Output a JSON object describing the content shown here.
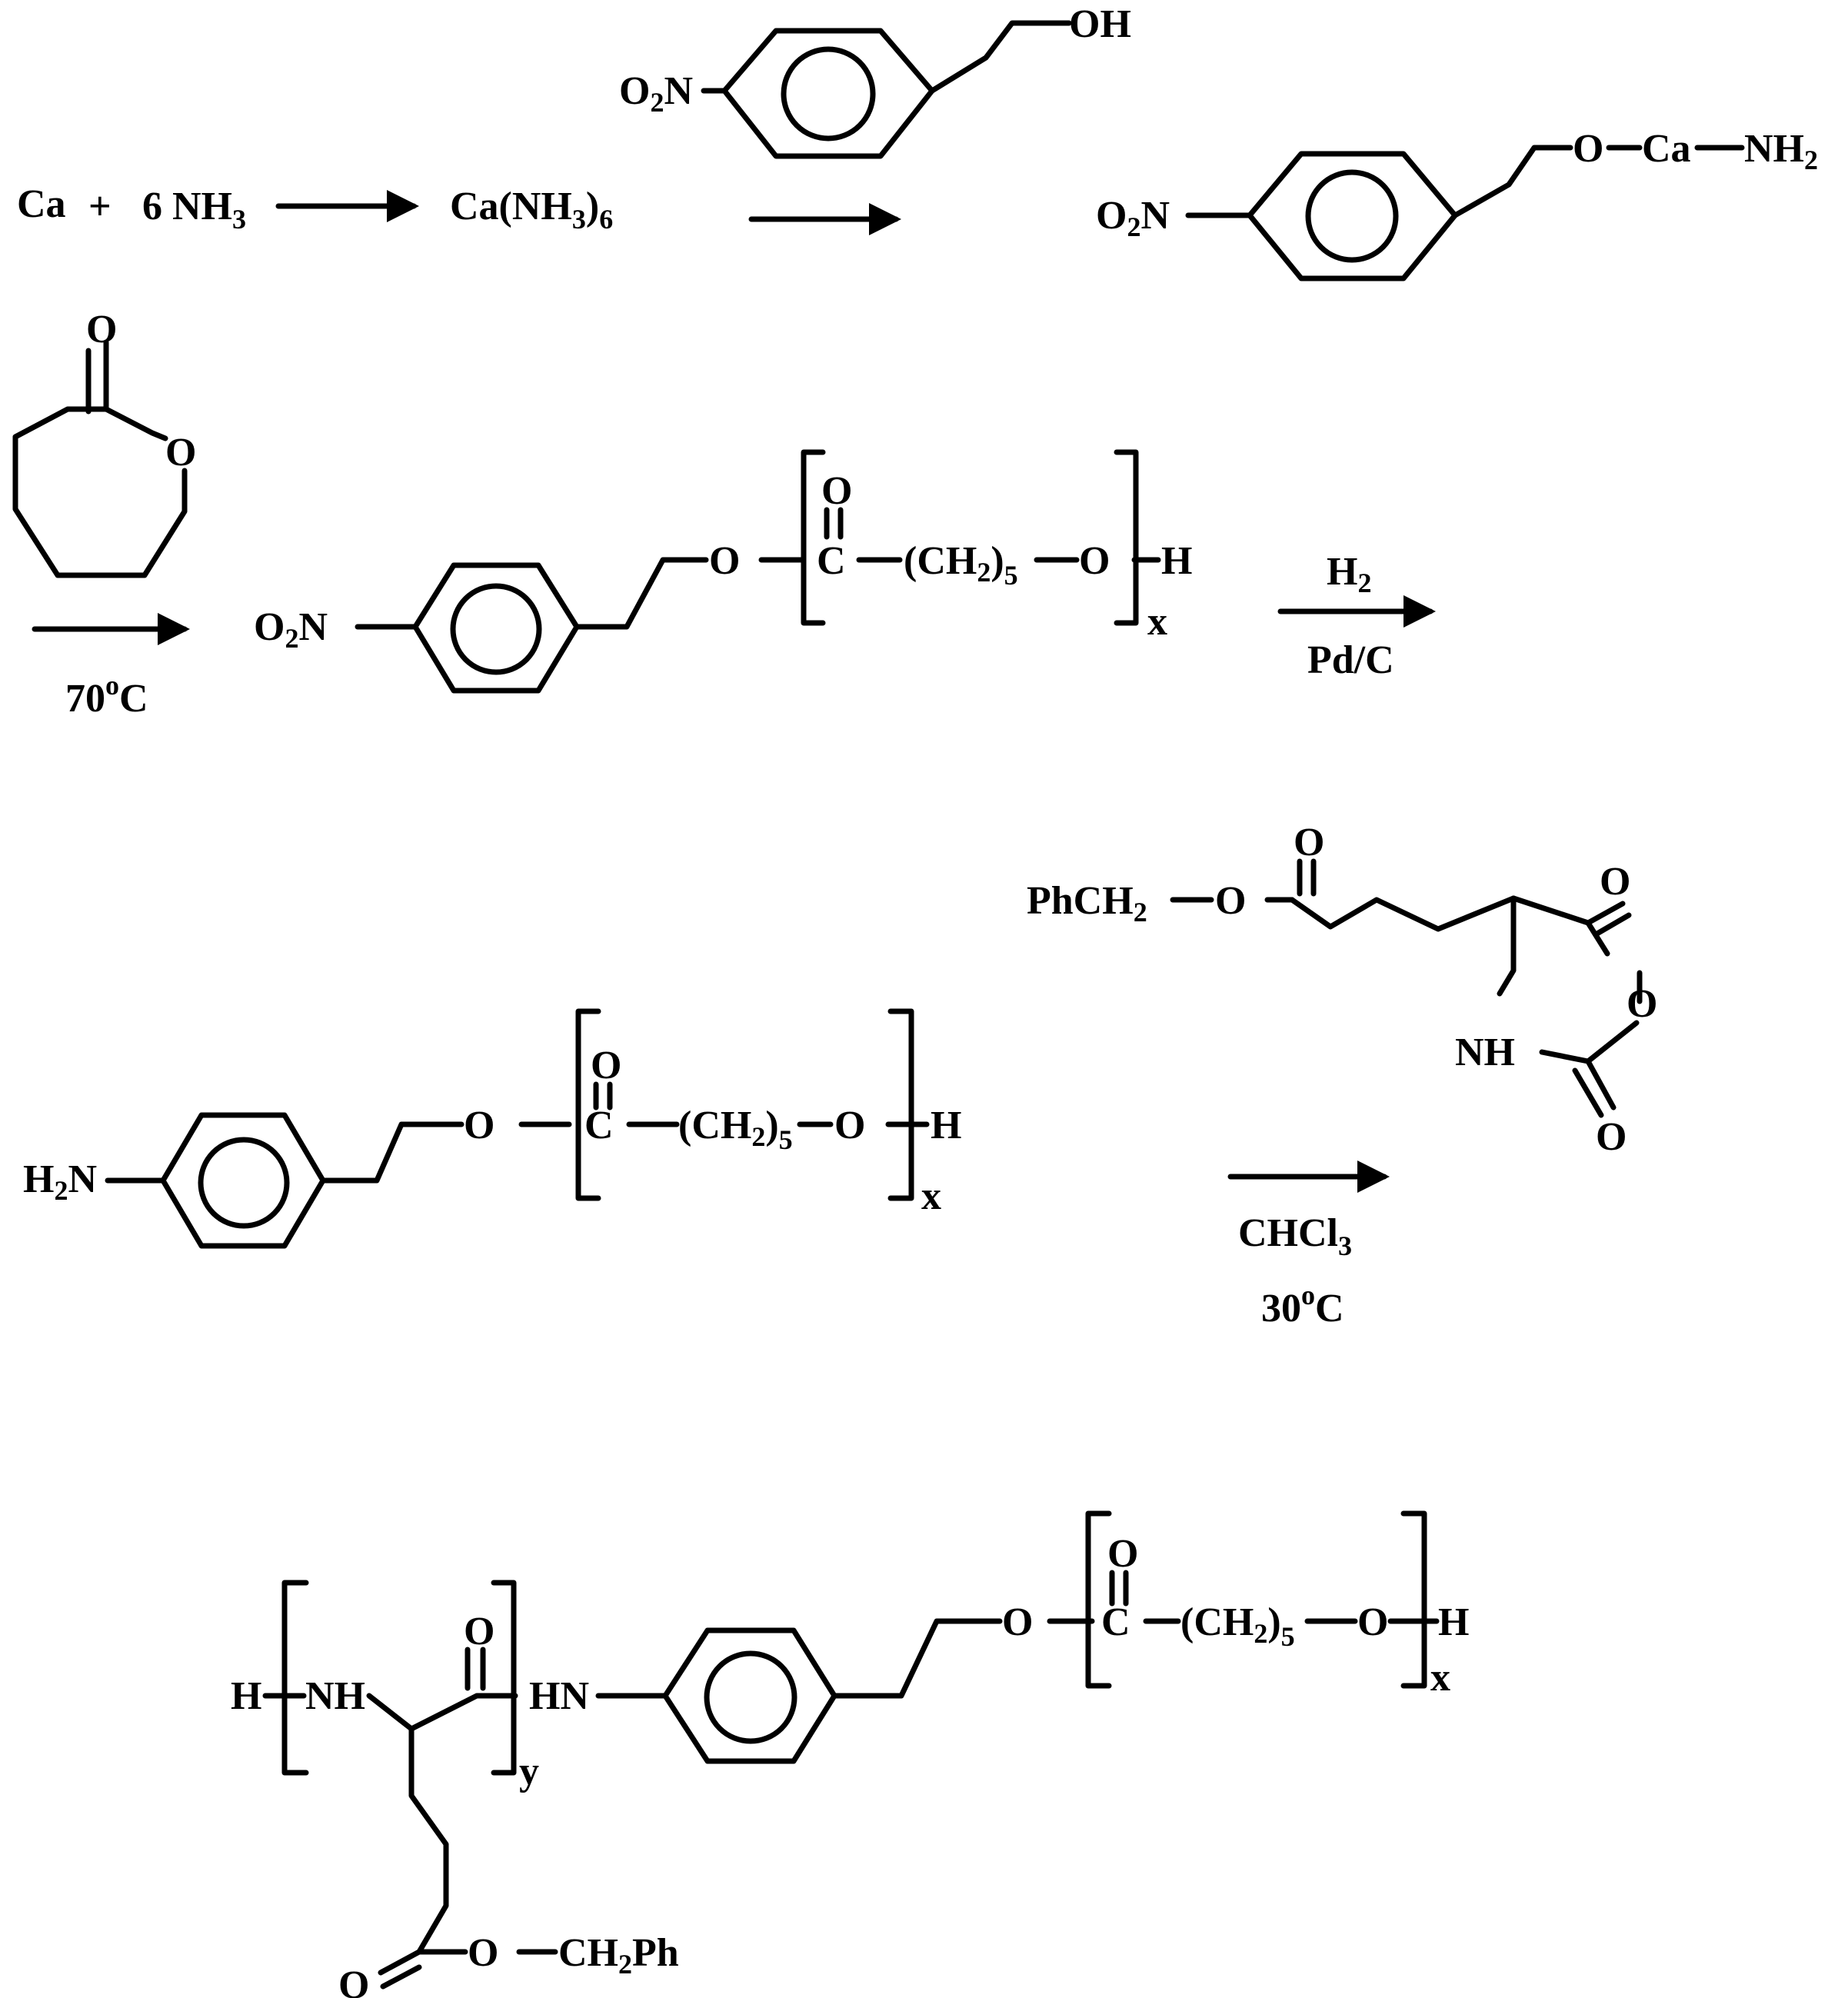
{
  "colors": {
    "ink": "#000000",
    "background": "#ffffff"
  },
  "step1": {
    "calcium": "Ca",
    "plus": "+",
    "ammonia_coef": "6 NH",
    "ammonia_sub": "3",
    "complex_prefix": "Ca(NH",
    "complex_sub_inner": "3",
    "complex_close": ")",
    "complex_sub_outer": "6"
  },
  "reagent_nitrophenethyl_alcohol": {
    "nitro_o": "O",
    "nitro_sub": "2",
    "nitro_n": "N",
    "hydroxyl": "OH"
  },
  "product_calcium_alkoxide": {
    "nitro_o": "O",
    "nitro_sub": "2",
    "nitro_n": "N",
    "oxygen": "O",
    "calcium": "Ca",
    "amine_prefix": "NH",
    "amine_sub": "2"
  },
  "caprolactone": {
    "carbonyl_o": "O",
    "ring_o": "O"
  },
  "step2_conditions": {
    "temperature_value": "70",
    "degree_mark": "o",
    "temperature_unit": "C"
  },
  "pcl_nitro": {
    "nitro_o": "O",
    "nitro_sub": "2",
    "nitro_n": "N",
    "ester_o": "O",
    "carbonyl_o": "O",
    "carbonyl_c": "C",
    "chain_prefix": "(CH",
    "chain_sub_inner": "2",
    "chain_close": ")",
    "chain_sub_outer": "5",
    "end_o": "O",
    "end_h": "H",
    "repeat": "x"
  },
  "step3_conditions": {
    "reagent_prefix": "H",
    "reagent_sub": "2",
    "catalyst": "Pd/C"
  },
  "pcl_amine": {
    "amine_prefix": "H",
    "amine_sub": "2",
    "amine_n": "N",
    "ester_o": "O",
    "carbonyl_o": "O",
    "carbonyl_c": "C",
    "chain_prefix": "(CH",
    "chain_sub_inner": "2",
    "chain_close": ")",
    "chain_sub_outer": "5",
    "end_o": "O",
    "end_h": "H",
    "repeat": "x"
  },
  "nca_monomer": {
    "benzyl_prefix": "PhCH",
    "benzyl_sub": "2",
    "ester_o": "O",
    "ester_carbonyl_o": "O",
    "ring_carbonyl_top": "O",
    "ring_o": "O",
    "ring_nh": "NH",
    "ring_carbonyl_bottom": "O"
  },
  "step4_conditions": {
    "solvent_prefix": "CHCl",
    "solvent_sub": "3",
    "temperature_value": "30",
    "degree_mark": "o",
    "temperature_unit": "C"
  },
  "final_copolymer": {
    "end_h": "H",
    "backbone_nh": "NH",
    "carbonyl_o": "O",
    "repeat_y": "y",
    "linker_hn": "HN",
    "side_carbonyl_o": "O",
    "side_o": "O",
    "side_benzyl_prefix": "CH",
    "side_benzyl_sub": "2",
    "side_benzyl_suffix": "Ph",
    "ester_o": "O",
    "pcl_carbonyl_o": "O",
    "pcl_carbonyl_c": "C",
    "chain_prefix": "(CH",
    "chain_sub_inner": "2",
    "chain_close": ")",
    "chain_sub_outer": "5",
    "pcl_end_o": "O",
    "pcl_end_h": "H",
    "repeat_x": "x"
  }
}
